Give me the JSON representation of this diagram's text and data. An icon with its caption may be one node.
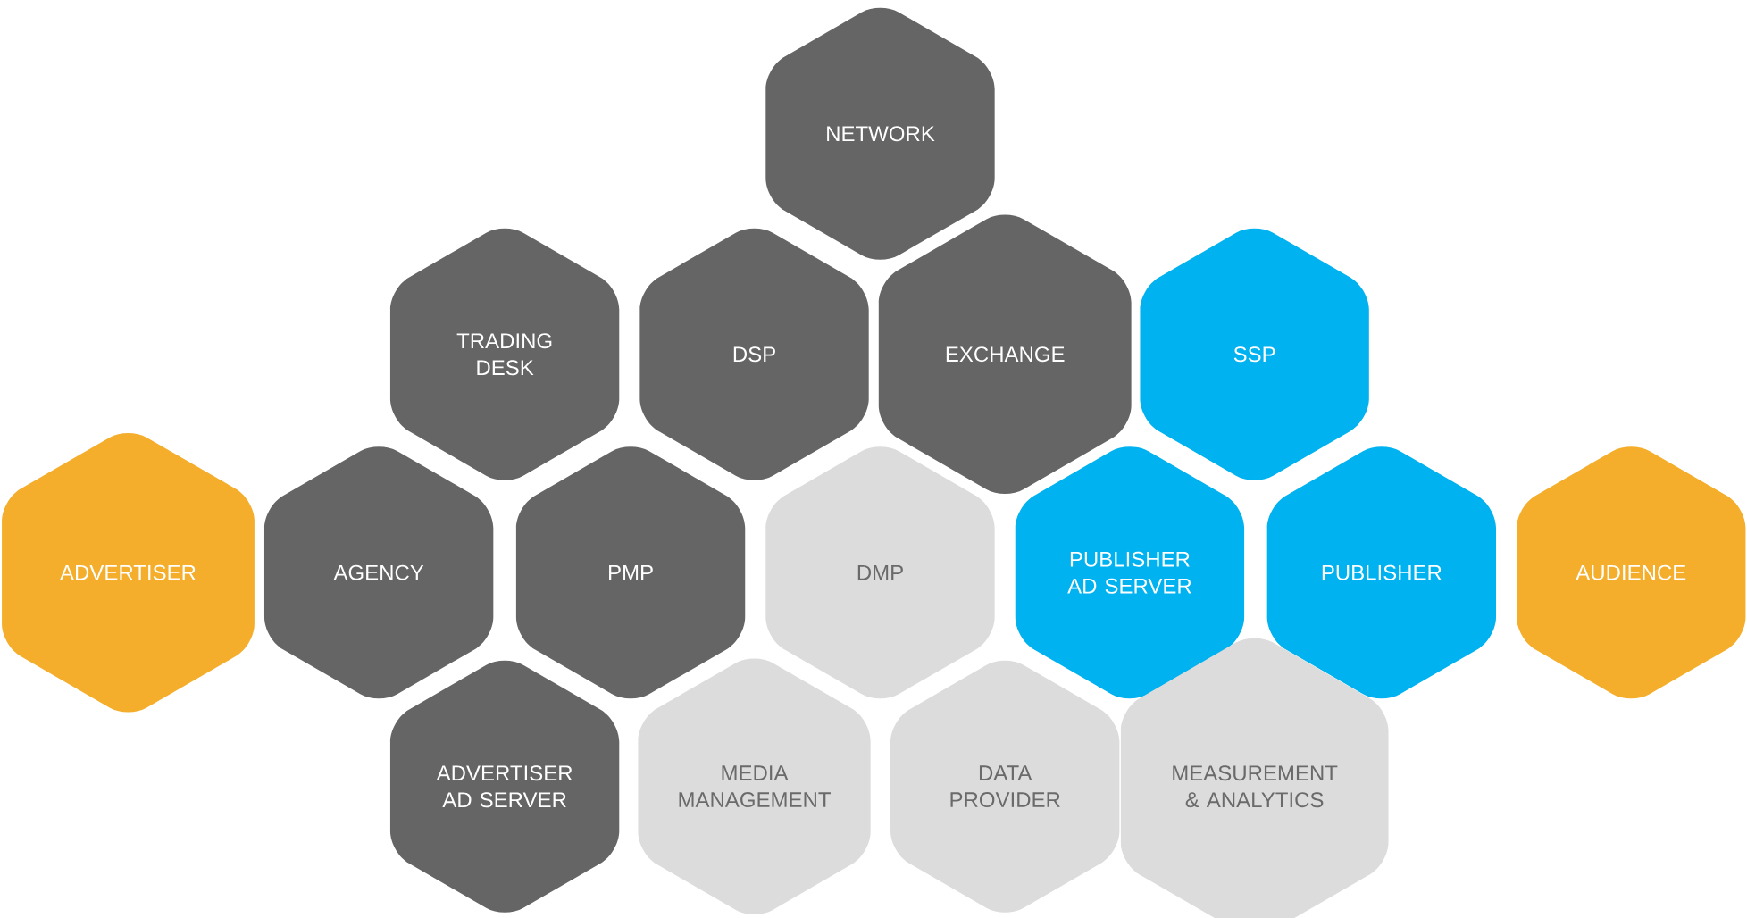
{
  "diagram": {
    "nodes": [
      {
        "text": [
          "NETWORK"
        ]
      },
      {
        "text": [
          "TRADING DESK"
        ]
      },
      {
        "text": [
          "DSP"
        ]
      },
      {
        "text": [
          "EXCHANGE"
        ]
      },
      {
        "text": [
          "SSP"
        ]
      },
      {
        "text": [
          "ADVERTISER"
        ]
      },
      {
        "text": [
          "AGENCY"
        ]
      },
      {
        "text": [
          "PMP"
        ]
      },
      {
        "text": [
          "DMP"
        ]
      },
      {
        "text": [
          "PUBLISHER AD SERVER"
        ]
      },
      {
        "text": [
          "PUBLISHER"
        ]
      },
      {
        "text": [
          "AUDIENCE"
        ]
      },
      {
        "text": [
          "ADVERTISER AD SERVER"
        ]
      },
      {
        "text": [
          "MEDIA MANAGEMENT"
        ]
      },
      {
        "text": [
          "DATA PROVIDER"
        ]
      },
      {
        "text": [
          "MEASUREMENT & ANALYTICS"
        ]
      }
    ]
  }
}
